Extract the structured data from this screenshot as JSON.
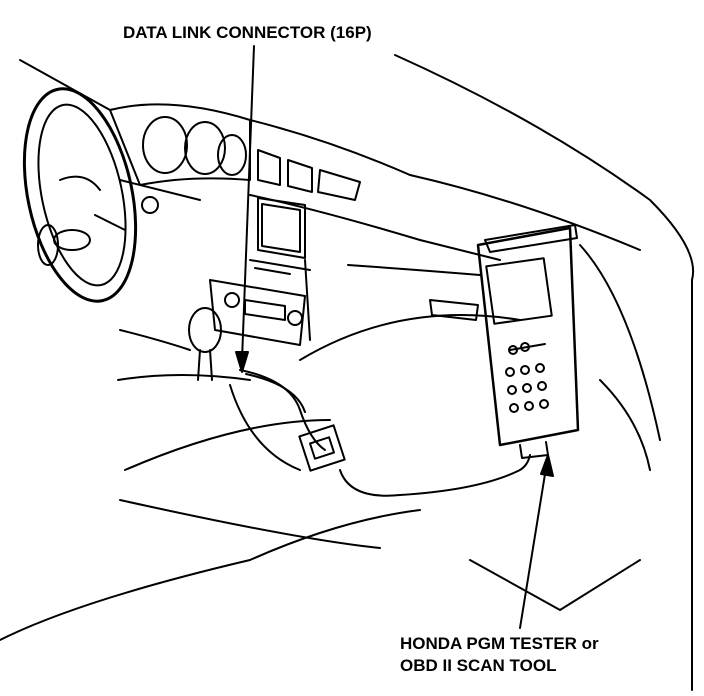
{
  "labels": {
    "data_link_connector": "DATA LINK CONNECTOR (16P)",
    "tester_line1": "HONDA PGM TESTER or",
    "tester_line2": "OBD II SCAN TOOL"
  }
}
